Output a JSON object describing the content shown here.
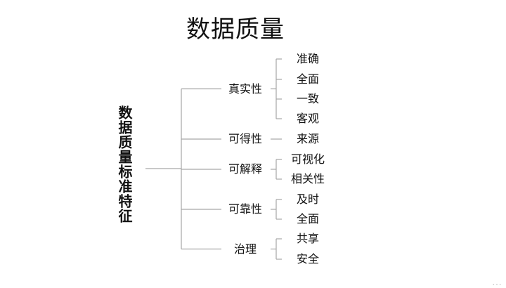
{
  "title": "数据质量",
  "root": "数据质量标准特征",
  "branches": [
    {
      "label": "真实性",
      "children": [
        "准确",
        "全面",
        "一致",
        "客观"
      ]
    },
    {
      "label": "可得性",
      "children": [
        "来源"
      ]
    },
    {
      "label": "可解释",
      "children": [
        "可视化",
        "相关性"
      ]
    },
    {
      "label": "可靠性",
      "children": [
        "及时",
        "全面"
      ]
    },
    {
      "label": "治理",
      "children": [
        "共享",
        "安全"
      ]
    }
  ],
  "colors": {
    "line": "#a6a6a6",
    "text": "#111111"
  }
}
